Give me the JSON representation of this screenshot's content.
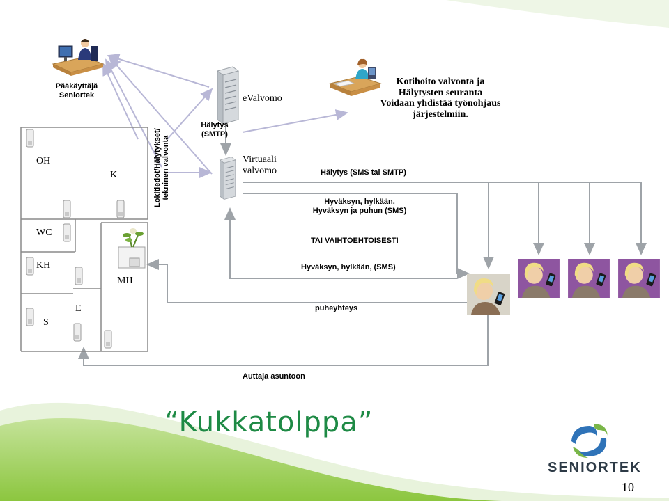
{
  "colors": {
    "arrow_lavender": "#b8b7d6",
    "arrow_gray": "#9ea3a8",
    "wave_green": "#8cc63f",
    "title_green": "#1e8a45",
    "brand_navy": "#2d3a46",
    "brand_blue": "#2f73b8",
    "brand_green": "#7ab648",
    "phone_bg_purple": "#8e55a0"
  },
  "labels": {
    "admin": "Pääkäyttäjä\nSeniortek",
    "evalvomo": "eValvomo",
    "halytys_smtp": "Hälytys\n(SMTP)",
    "virtual": "Virtuaali\nvalvomo",
    "vertical_log": "Lokitiedot/Hälytykset/\ntekninen valvonta",
    "homecare": "Kotihoito valvonta ja\nHälytysten seuranta\nVoidaan yhdistää työnohjaus\njärjestelmiin.",
    "alarm_sms": "Hälytys (SMS tai SMTP)",
    "accept_call": "Hyväksyn, hylkään,\nHyväksyn ja puhun (SMS)",
    "alternatively": "TAI VAIHTOEHTOISESTI",
    "accept_sms": "Hyväksyn, hylkään, (SMS)",
    "call": "puheyhteys",
    "helper": "Auttaja asuntoon"
  },
  "rooms": {
    "oh": "OH",
    "k": "K",
    "wc": "WC",
    "kh": "KH",
    "mh": "MH",
    "s": "S",
    "e": "E"
  },
  "title": "“Kukkatolppa”",
  "brand": "SENIORTEK",
  "page_number": "10",
  "icons": [
    "admin-workstation-icon",
    "server-icon",
    "operator-workstation-icon",
    "sensor-icon",
    "flower-pot-icon",
    "caregiver-phone-icon",
    "seniortek-logo-icon"
  ]
}
